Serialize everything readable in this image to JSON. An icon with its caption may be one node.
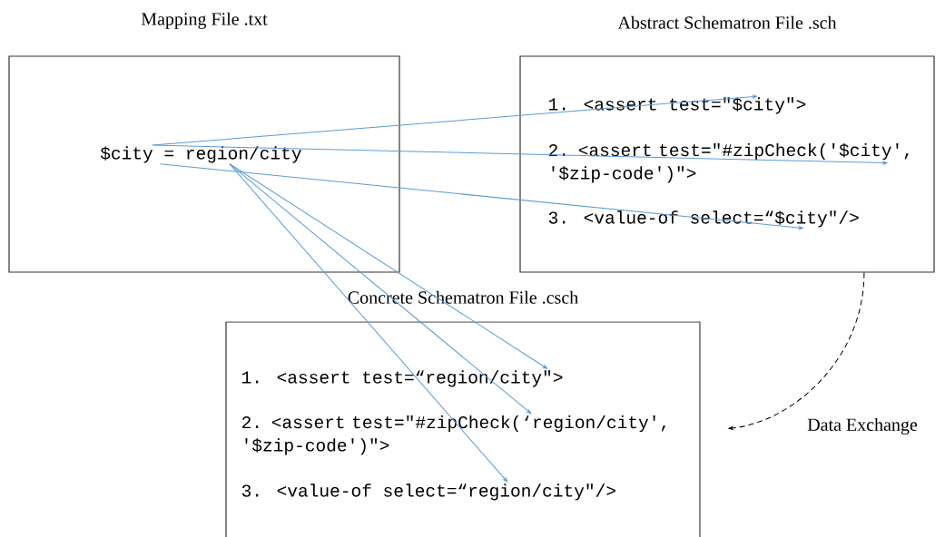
{
  "diagram": {
    "nodes": [
      {
        "text": [
          "Mapping File .txt"
        ]
      },
      {
        "text": [
          "$city = region/city"
        ],
        "in": 0
      },
      {
        "text": [
          "Abstract Schematron File .sch"
        ]
      },
      {
        "text": [
          "1. <assert test=\"$city\">"
        ],
        "in": 2
      },
      {
        "text": [
          "2. <assert test=\"#zipCheck('$city', '$zip-code')\">"
        ],
        "in": 2
      },
      {
        "text": [
          "3. <value-of select=“$city\"/>"
        ],
        "in": 2
      },
      {
        "text": [
          "Concrete Schematron File .csch"
        ]
      },
      {
        "text": [
          "1. <assert test=“region/city\">"
        ],
        "in": 6
      },
      {
        "text": [
          "2. <assert test=\"#zipCheck(‘region/city', '$zip-code')\">"
        ],
        "in": 6
      },
      {
        "text": [
          "3. <value-of select=“region/city\"/>"
        ],
        "in": 6
      }
    ],
    "edges": [
      {
        "from": 1,
        "to": 3,
        "arrow": "to"
      },
      {
        "from": 1,
        "to": 4,
        "arrow": "to"
      },
      {
        "from": 1,
        "to": 5,
        "arrow": "to"
      },
      {
        "from": 1,
        "to": 7,
        "arrow": "to"
      },
      {
        "from": 1,
        "to": 8,
        "arrow": "to"
      },
      {
        "from": 1,
        "to": 9,
        "arrow": "to"
      },
      {
        "from": 2,
        "to": 6,
        "arrow": "to",
        "style": "dashed",
        "color": "#000000",
        "label": "Data Exchange"
      }
    ]
  }
}
